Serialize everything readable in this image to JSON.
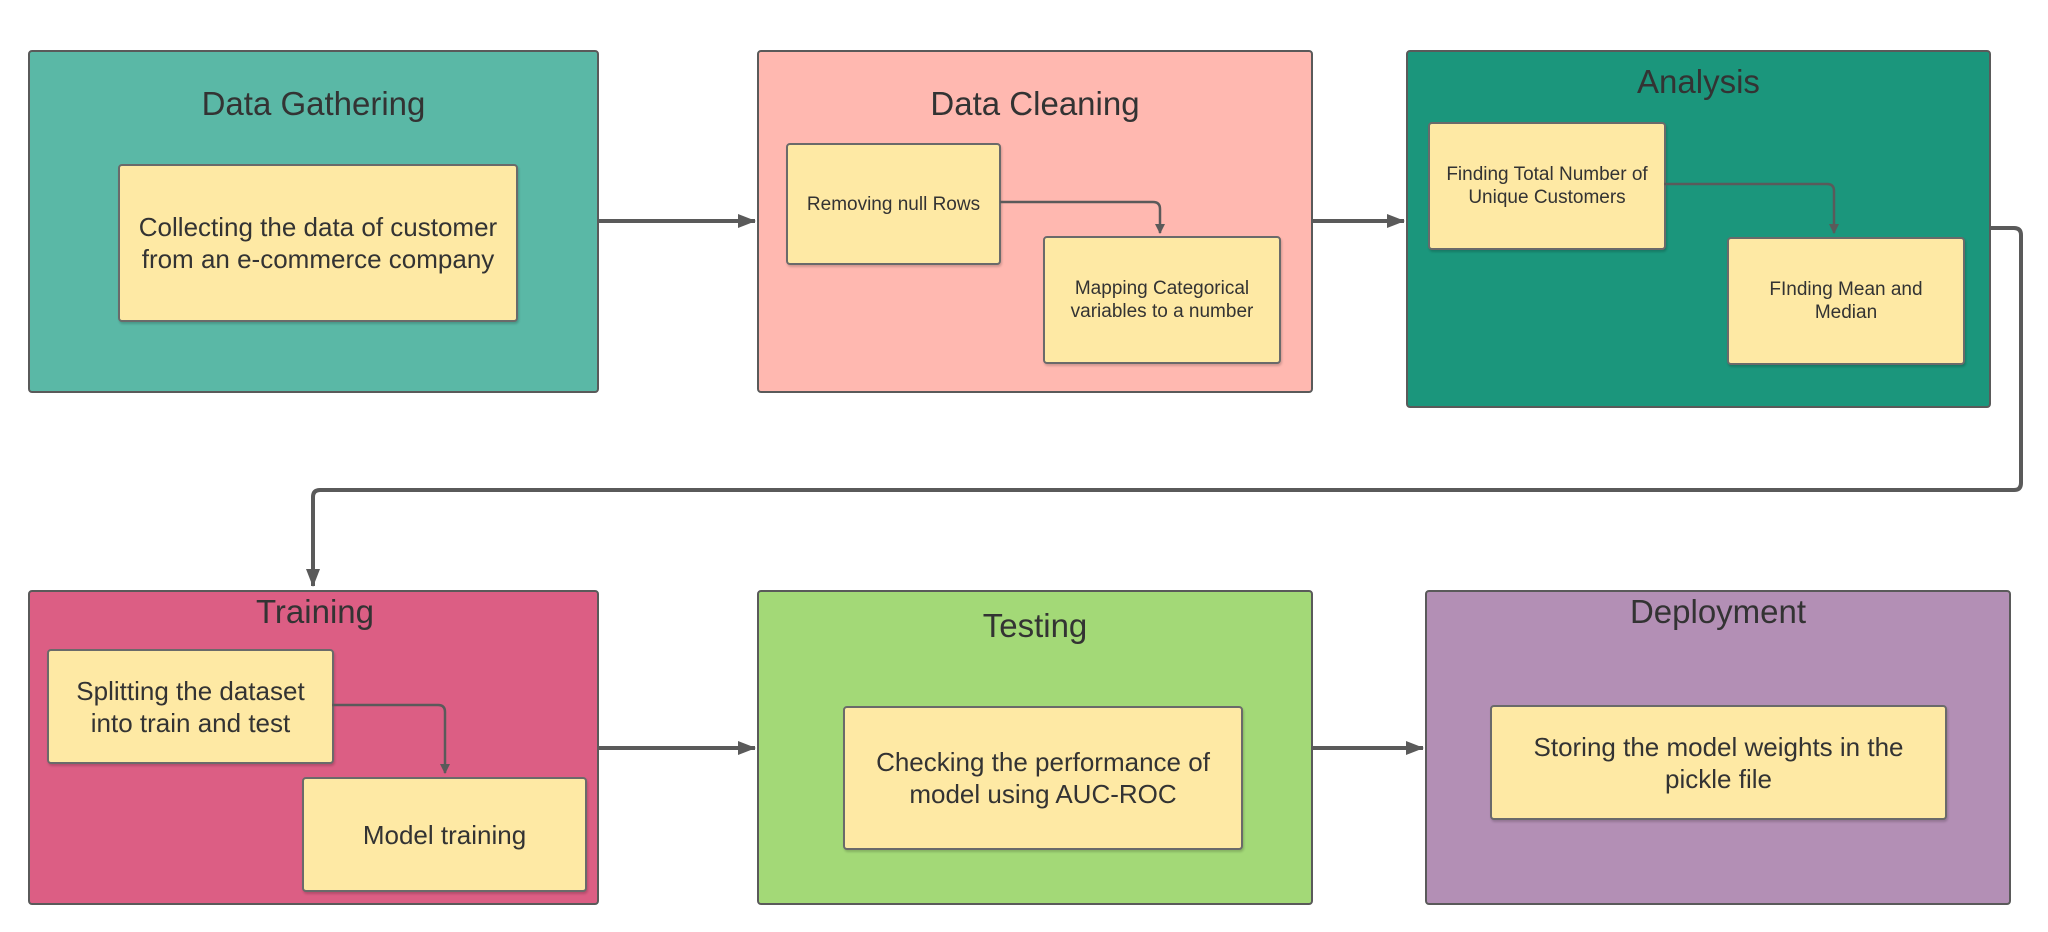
{
  "colors": {
    "gathering": "#5ab8a6",
    "cleaning": "#ffb8b0",
    "analysis": "#1b967c",
    "training": "#dc5e84",
    "testing": "#a3d977",
    "deployment": "#b38fb5",
    "note": "#fee9a4",
    "connector": "#5a5a5a"
  },
  "stages": {
    "gathering": {
      "title": "Data Gathering",
      "step1": "Collecting the data of customer from an e-commerce company"
    },
    "cleaning": {
      "title": "Data Cleaning",
      "step1": "Removing null Rows",
      "step2": "Mapping Categorical variables to a number"
    },
    "analysis": {
      "title": "Analysis",
      "step1": "Finding Total Number of Unique Customers",
      "step2": "FInding Mean and Median"
    },
    "training": {
      "title": "Training",
      "step1": "Splitting the dataset into train and test",
      "step2": "Model training"
    },
    "testing": {
      "title": "Testing",
      "step1": "Checking the performance of model using AUC-ROC"
    },
    "deployment": {
      "title": "Deployment",
      "step1": "Storing the model weights in the pickle file"
    }
  }
}
